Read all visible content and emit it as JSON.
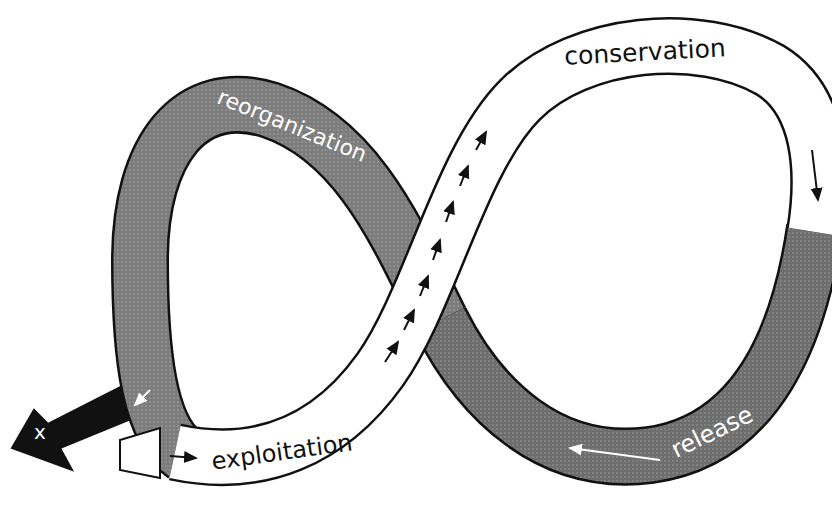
{
  "diagram": {
    "labels": [
      "conservation",
      "reorganization",
      "exploitation",
      "release",
      "x"
    ]
  }
}
